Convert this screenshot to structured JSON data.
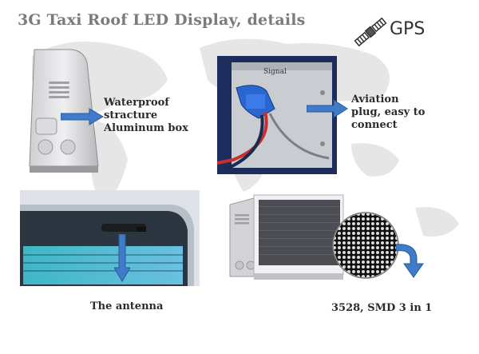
{
  "title": "3G Taxi Roof LED Display, details",
  "gps": {
    "label": "GPS",
    "icon": "satellite-icon"
  },
  "captions": {
    "waterproof": [
      "Waterproof",
      "stracture",
      "Aluminum box"
    ],
    "aviation": [
      "Aviation",
      "plug, easy to",
      "connect"
    ],
    "antenna": "The antenna",
    "smd": "3528, SMD 3 in 1"
  },
  "colors": {
    "arrow": "#3f7bc8",
    "arrow_stroke": "#2a5a9a",
    "title": "#7b7b7b"
  }
}
